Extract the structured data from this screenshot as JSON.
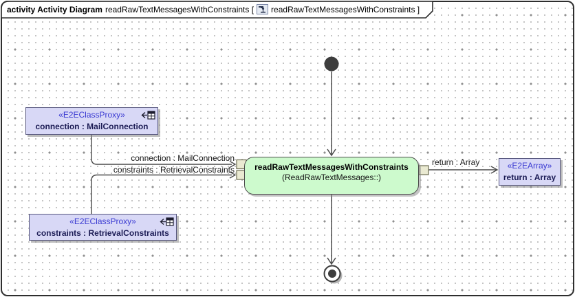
{
  "header": {
    "title_bold": "activity Activity Diagram",
    "title_name_open": "readRawTextMessagesWithConstraints [",
    "title_context_close": "readRawTextMessagesWithConstraints ]",
    "diagram_icon": "activity-diagram-icon"
  },
  "action_node": {
    "name": "readRawTextMessagesWithConstraints",
    "qualifier": "(ReadRawTextMessages::)"
  },
  "object_nodes": [
    {
      "id": "proxy-connection",
      "stereotype": "«E2EClassProxy»",
      "name": "connection : MailConnection",
      "corner_icon": "class-proxy-icon"
    },
    {
      "id": "proxy-constraints",
      "stereotype": "«E2EClassProxy»",
      "name": "constraints : RetrievalConstraints",
      "corner_icon": "class-proxy-icon"
    },
    {
      "id": "array-return",
      "stereotype": "«E2EArray»",
      "name": "return : Array"
    }
  ],
  "edge_labels": {
    "connection": "connection : MailConnection",
    "constraints": "constraints : RetrievalConstraints",
    "return": "return : Array"
  },
  "nodes_misc": {
    "initial_node": "initial-node",
    "final_node": "activity-final-node",
    "input_pins": 2,
    "output_pins": 1
  },
  "colors": {
    "action_fill": "#cdfacd",
    "action_border": "#4b4b4b",
    "object_fill": "#d8d8f6",
    "object_border": "#55557d",
    "stereotype_text": "#3a3ad2",
    "object_name_text": "#1c1c55",
    "pin_fill": "#eaead2",
    "pin_border": "#6b6b50",
    "edge": "#4a4a4a",
    "grid_dot": "#bdbdbd",
    "frame_border": "#2e2e2e",
    "control_node": "#3d3d3d",
    "shadow": "#878787"
  }
}
